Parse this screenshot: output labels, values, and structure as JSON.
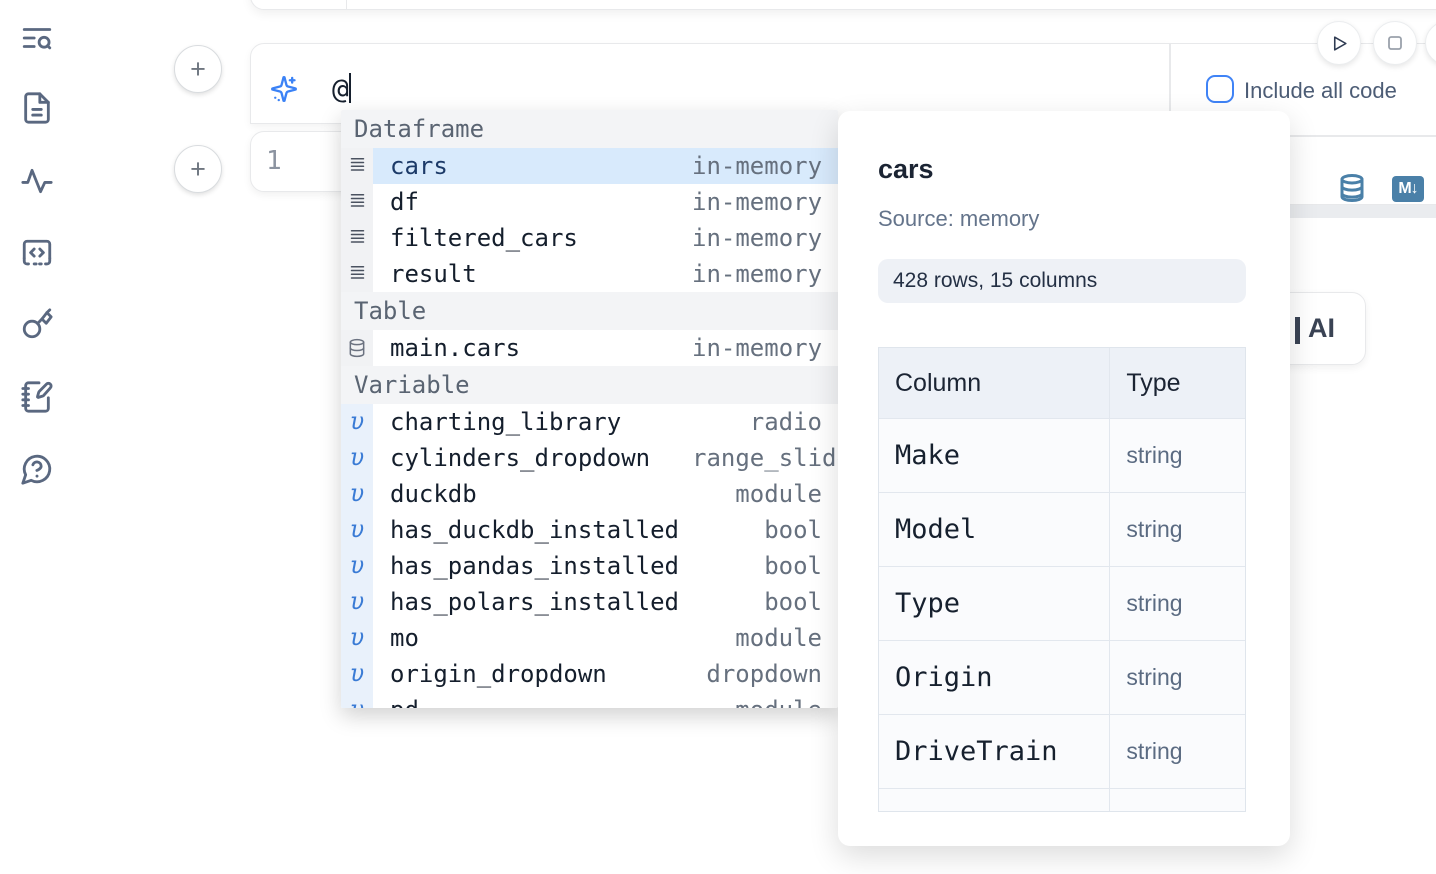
{
  "sidebar": {
    "icons": [
      {
        "name": "text-search-icon"
      },
      {
        "name": "file-text-icon"
      },
      {
        "name": "activity-icon"
      },
      {
        "name": "code-block-icon"
      },
      {
        "name": "key-icon"
      },
      {
        "name": "scratchpad-icon"
      },
      {
        "name": "help-chat-icon"
      }
    ]
  },
  "cells": {
    "add_cell_label": "+",
    "line_number": "1"
  },
  "ai_prompt": {
    "value": "@",
    "include_all_code_label": "Include all code",
    "checkbox_checked": false,
    "icons": [
      "sparkles-icon"
    ]
  },
  "run_controls": {
    "icons": [
      "play-icon",
      "stop-icon"
    ]
  },
  "cell_actions": {
    "icons": [
      "database-icon",
      "markdown-convert-icon"
    ],
    "markdown_badge": "M↓"
  },
  "ai_generate_button": {
    "visible_label": "AI"
  },
  "autocomplete": {
    "sections": [
      {
        "label": "Dataframe",
        "icon": "dataframe-lines-icon",
        "items": [
          {
            "name": "cars",
            "type": "in-memory",
            "selected": true
          },
          {
            "name": "df",
            "type": "in-memory",
            "selected": false
          },
          {
            "name": "filtered_cars",
            "type": "in-memory",
            "selected": false
          },
          {
            "name": "result",
            "type": "in-memory",
            "selected": false
          }
        ]
      },
      {
        "label": "Table",
        "icon": "database-icon",
        "items": [
          {
            "name": "main.cars",
            "type": "in-memory",
            "selected": false
          }
        ]
      },
      {
        "label": "Variable",
        "icon": "variable-glyph",
        "items": [
          {
            "name": "charting_library",
            "type": "radio",
            "selected": false
          },
          {
            "name": "cylinders_dropdown",
            "type": "range_slider",
            "selected": false
          },
          {
            "name": "duckdb",
            "type": "module",
            "selected": false
          },
          {
            "name": "has_duckdb_installed",
            "type": "bool",
            "selected": false
          },
          {
            "name": "has_pandas_installed",
            "type": "bool",
            "selected": false
          },
          {
            "name": "has_polars_installed",
            "type": "bool",
            "selected": false
          },
          {
            "name": "mo",
            "type": "module",
            "selected": false
          },
          {
            "name": "origin_dropdown",
            "type": "dropdown",
            "selected": false
          },
          {
            "name": "pd",
            "type": "module",
            "selected": false,
            "clipped": true
          }
        ]
      }
    ]
  },
  "preview": {
    "title": "cars",
    "source": "Source: memory",
    "shape": "428 rows, 15 columns",
    "table": {
      "headers": [
        "Column",
        "Type"
      ],
      "rows": [
        [
          "Make",
          "string"
        ],
        [
          "Model",
          "string"
        ],
        [
          "Type",
          "string"
        ],
        [
          "Origin",
          "string"
        ],
        [
          "DriveTrain",
          "string"
        ],
        [
          "",
          ""
        ]
      ]
    }
  },
  "colors": {
    "accent_blue": "#3b82f6",
    "steel_blue": "#4a80a8",
    "selection_bg": "#d8eafc",
    "selection_text": "#1c3a68",
    "icon_slate": "#5a6880"
  }
}
